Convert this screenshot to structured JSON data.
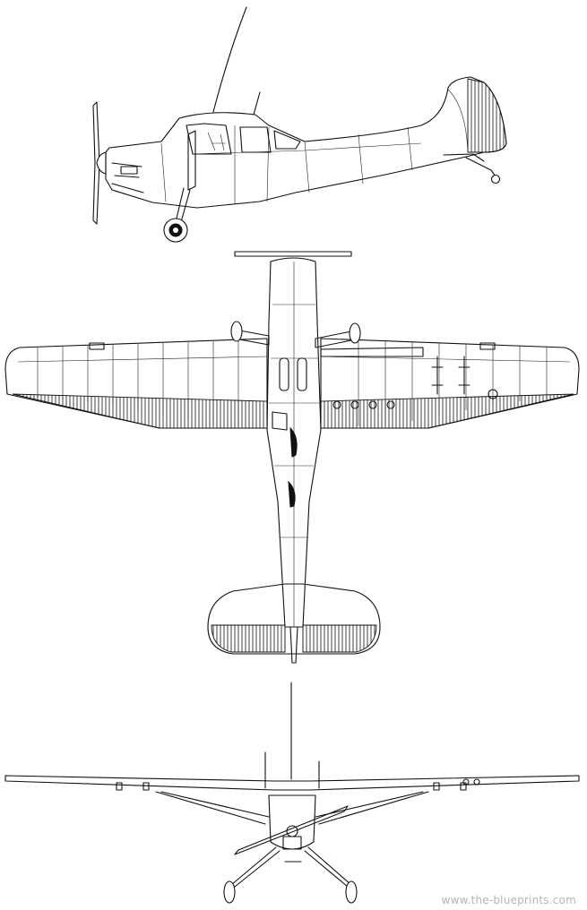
{
  "watermark": "www.the-blueprints.com",
  "views": [
    {
      "id": "side-view"
    },
    {
      "id": "top-view"
    },
    {
      "id": "front-view"
    }
  ],
  "colors": {
    "line": "#111111",
    "background": "#ffffff",
    "watermark": "#b5b5b5"
  }
}
